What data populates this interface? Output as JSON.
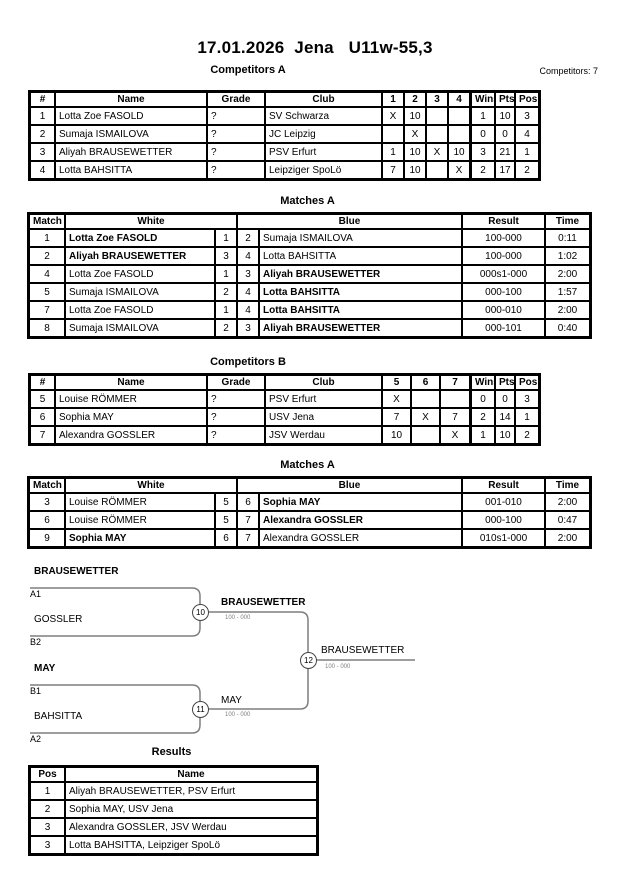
{
  "header": {
    "title": "17.01.2026  Jena   U11w-55,3",
    "competitors_count": "Competitors: 7"
  },
  "competitors_a": {
    "title": "Competitors A",
    "columns": [
      "#",
      "Name",
      "Grade",
      "Club",
      "1",
      "2",
      "3",
      "4",
      "Wins",
      "Pts",
      "Pos"
    ],
    "rows": [
      {
        "num": "1",
        "name": "Lotta Zoe FASOLD",
        "grade": "?",
        "club": "SV Schwarza",
        "s1": "X",
        "s2": "10",
        "s3": "",
        "s4": "",
        "wins": "1",
        "pts": "10",
        "pos": "3"
      },
      {
        "num": "2",
        "name": "Sumaja ISMAILOVA",
        "grade": "?",
        "club": "JC Leipzig",
        "s1": "",
        "s2": "X",
        "s3": "",
        "s4": "",
        "wins": "0",
        "pts": "0",
        "pos": "4"
      },
      {
        "num": "3",
        "name": "Aliyah BRAUSEWETTER",
        "grade": "?",
        "club": "PSV Erfurt",
        "s1": "1",
        "s2": "10",
        "s3": "X",
        "s4": "10",
        "wins": "3",
        "pts": "21",
        "pos": "1"
      },
      {
        "num": "4",
        "name": "Lotta BAHSITTA",
        "grade": "?",
        "club": "Leipziger SpoLö",
        "s1": "7",
        "s2": "10",
        "s3": "",
        "s4": "X",
        "wins": "2",
        "pts": "17",
        "pos": "2"
      }
    ]
  },
  "matches_a": {
    "title": "Matches A",
    "columns": {
      "match": "Match",
      "white": "White",
      "blue": "Blue",
      "result": "Result",
      "time": "Time"
    },
    "rows": [
      {
        "match": "1",
        "white": "Lotta Zoe FASOLD",
        "wnum": "1",
        "bnum": "2",
        "blue": "Sumaja ISMAILOVA",
        "result": "100-000",
        "time": "0:11"
      },
      {
        "match": "2",
        "white": "Aliyah BRAUSEWETTER",
        "wnum": "3",
        "bnum": "4",
        "blue": "Lotta BAHSITTA",
        "result": "100-000",
        "time": "1:02"
      },
      {
        "match": "4",
        "white": "Lotta Zoe FASOLD",
        "wnum": "1",
        "bnum": "3",
        "blue": "Aliyah BRAUSEWETTER",
        "result": "000s1-000",
        "time": "2:00"
      },
      {
        "match": "5",
        "white": "Sumaja ISMAILOVA",
        "wnum": "2",
        "bnum": "4",
        "blue": "Lotta BAHSITTA",
        "result": "000-100",
        "time": "1:57"
      },
      {
        "match": "7",
        "white": "Lotta Zoe FASOLD",
        "wnum": "1",
        "bnum": "4",
        "blue": "Lotta BAHSITTA",
        "result": "000-010",
        "time": "2:00"
      },
      {
        "match": "8",
        "white": "Sumaja ISMAILOVA",
        "wnum": "2",
        "bnum": "3",
        "blue": "Aliyah BRAUSEWETTER",
        "result": "000-101",
        "time": "0:40"
      }
    ]
  },
  "competitors_b": {
    "title": "Competitors B",
    "columns": [
      "#",
      "Name",
      "Grade",
      "Club",
      "5",
      "6",
      "7",
      "Wins",
      "Pts",
      "Pos"
    ],
    "rows": [
      {
        "num": "5",
        "name": "Louise RÖMMER",
        "grade": "?",
        "club": "PSV Erfurt",
        "s1": "X",
        "s2": "",
        "s3": "",
        "wins": "0",
        "pts": "0",
        "pos": "3"
      },
      {
        "num": "6",
        "name": "Sophia MAY",
        "grade": "?",
        "club": "USV Jena",
        "s1": "7",
        "s2": "X",
        "s3": "7",
        "wins": "2",
        "pts": "14",
        "pos": "1"
      },
      {
        "num": "7",
        "name": "Alexandra GOSSLER",
        "grade": "?",
        "club": "JSV Werdau",
        "s1": "10",
        "s2": "",
        "s3": "X",
        "wins": "1",
        "pts": "10",
        "pos": "2"
      }
    ]
  },
  "matches_b": {
    "title": "Matches A",
    "rows": [
      {
        "match": "3",
        "white": "Louise RÖMMER",
        "wnum": "5",
        "bnum": "6",
        "blue": "Sophia MAY",
        "result": "001-010",
        "time": "2:00"
      },
      {
        "match": "6",
        "white": "Louise RÖMMER",
        "wnum": "5",
        "bnum": "7",
        "blue": "Alexandra GOSSLER",
        "result": "000-100",
        "time": "0:47"
      },
      {
        "match": "9",
        "white": "Sophia MAY",
        "wnum": "6",
        "bnum": "7",
        "blue": "Alexandra GOSSLER",
        "result": "010s1-000",
        "time": "2:00"
      }
    ]
  },
  "bracket": {
    "semi1": {
      "top_name": "BRAUSEWETTER",
      "top_seed": "A1",
      "bottom_name": "GOSSLER",
      "bottom_seed": "B2",
      "match_no": "10",
      "winner": "BRAUSEWETTER",
      "score": "100 - 000"
    },
    "semi2": {
      "top_name": "MAY",
      "top_seed": "B1",
      "bottom_name": "BAHSITTA",
      "bottom_seed": "A2",
      "match_no": "11",
      "winner": "MAY",
      "score": "100 - 000"
    },
    "final": {
      "match_no": "12",
      "winner": "BRAUSEWETTER",
      "score": "100 - 000"
    }
  },
  "results": {
    "title": "Results",
    "columns": [
      "Pos",
      "Name"
    ],
    "rows": [
      {
        "pos": "1",
        "name": "Aliyah BRAUSEWETTER, PSV Erfurt"
      },
      {
        "pos": "2",
        "name": "Sophia MAY, USV Jena"
      },
      {
        "pos": "3",
        "name": "Alexandra GOSSLER, JSV Werdau"
      },
      {
        "pos": "3",
        "name": "Lotta BAHSITTA, Leipziger SpoLö"
      }
    ]
  },
  "colors": {
    "bracket_line": "#7f7f7f",
    "score_text": "#7f7f7f"
  }
}
